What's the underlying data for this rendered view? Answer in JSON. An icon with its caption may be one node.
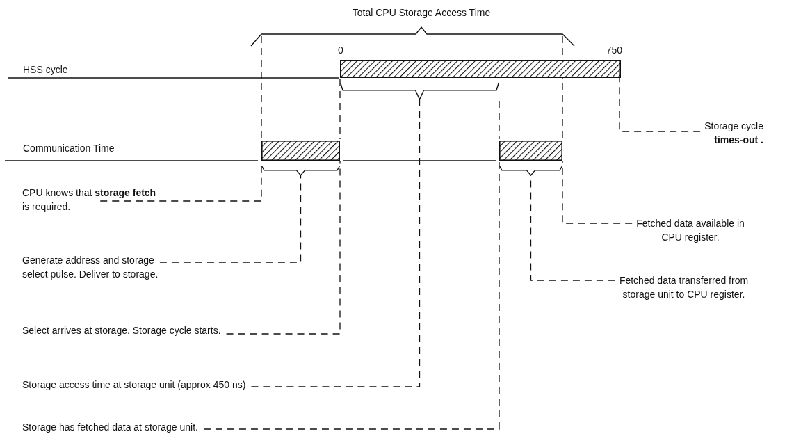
{
  "diagram": {
    "title": "Total CPU Storage Access Time",
    "nodes": [
      {
        "text": [],
        "shape": "bar",
        "beside": [
          "0",
          "750"
        ]
      },
      {
        "text": [],
        "shape": "bar"
      },
      {
        "text": [],
        "shape": "bar"
      },
      {
        "text": [],
        "shape": "brace"
      },
      {
        "text": [],
        "shape": "brace"
      },
      {
        "text": [],
        "shape": "brace"
      },
      {
        "text": [
          "CPU knows that **storage fetch** is required."
        ]
      },
      {
        "text": [
          "Generate address and storage select pulse. Deliver to storage."
        ]
      },
      {
        "text": [
          "Select arrives at storage. Storage cycle starts."
        ]
      },
      {
        "text": [
          "Storage access time at storage unit (approx  450 ns)"
        ]
      },
      {
        "text": [
          "Storage has fetched data at storage unit."
        ]
      },
      {
        "text": [
          "Storage cycle **times-out .**"
        ]
      },
      {
        "text": [
          "Fetched data available in CPU register."
        ]
      },
      {
        "text": [
          "Fetched data transferred from storage unit to CPU register."
        ]
      }
    ],
    "edges": [
      {
        "from": 6,
        "to": 1,
        "arrow": "none",
        "style": "dashed"
      },
      {
        "from": 7,
        "to": 4,
        "arrow": "none",
        "style": "dashed"
      },
      {
        "from": 8,
        "to": 1,
        "arrow": "none",
        "style": "dashed"
      },
      {
        "from": 9,
        "to": 3,
        "arrow": "none",
        "style": "dashed"
      },
      {
        "from": 10,
        "to": 2,
        "arrow": "none",
        "style": "dashed"
      },
      {
        "from": 11,
        "to": 0,
        "arrow": "none",
        "style": "dashed"
      },
      {
        "from": 12,
        "to": 2,
        "arrow": "none",
        "style": "dashed"
      },
      {
        "from": 13,
        "to": 5,
        "arrow": "none",
        "style": "dashed"
      }
    ],
    "labels": [
      "HSS cycle",
      "Communication Time"
    ]
  }
}
